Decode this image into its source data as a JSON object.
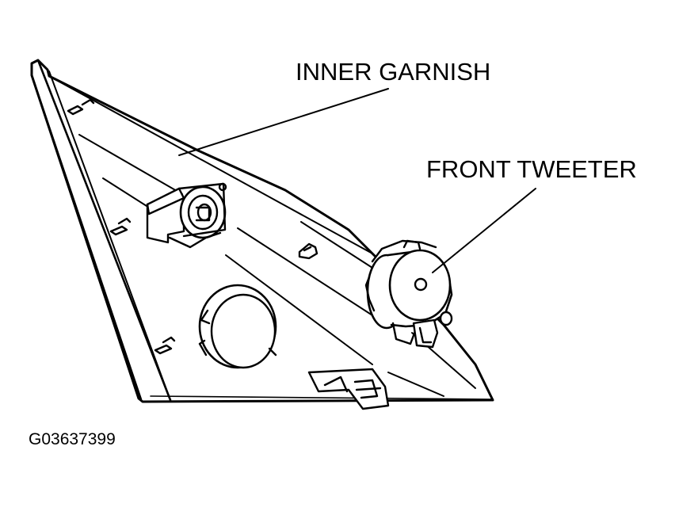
{
  "diagram": {
    "labels": {
      "inner_garnish": "INNER GARNISH",
      "front_tweeter": "FRONT TWEETER"
    },
    "figure_code": "G03637399"
  },
  "colors": {
    "ink": "#000000",
    "paper": "#ffffff"
  }
}
